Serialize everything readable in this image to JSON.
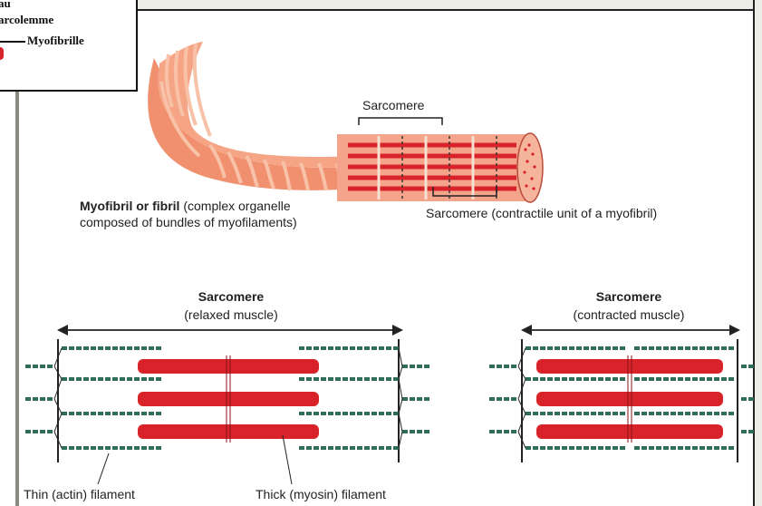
{
  "inset": {
    "line1": "au",
    "line2": "arcolemme",
    "line3": "Myofibrille"
  },
  "myofibril": {
    "top_sarcomere": "Sarcomere",
    "caption_bold": "Myofibril or fibril",
    "caption_rest1": " (complex organelle",
    "caption_line2": "composed of bundles of myofilaments)",
    "sarcomere_caption": "Sarcomere (contractile unit of a myofibril)"
  },
  "relaxed": {
    "title": "Sarcomere",
    "subtitle": "(relaxed muscle)"
  },
  "contracted": {
    "title": "Sarcomere",
    "subtitle": "(contracted muscle)"
  },
  "filaments": {
    "thin": "Thin (actin) filament",
    "thick": "Thick (myosin) filament"
  },
  "colors": {
    "fiber": "#f0906e",
    "fiber_stripe": "#f8c2a8",
    "myosin": "#d8232a",
    "actin": "#2f6d5a",
    "line": "#222222"
  }
}
